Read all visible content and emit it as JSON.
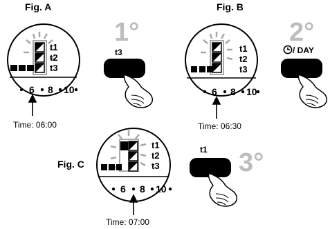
{
  "figures": {
    "a": {
      "title": "Fig. A",
      "step": "1°",
      "button": "t3",
      "time": "Time: 06:00"
    },
    "b": {
      "title": "Fig. B",
      "step": "2°",
      "button": "/ DAY",
      "time": "Time: 06:30"
    },
    "c": {
      "title": "Fig. C",
      "step": "3°",
      "button": "t1",
      "time": "Time: 07:00"
    }
  },
  "display": {
    "temps": [
      "t1",
      "t2",
      "t3"
    ],
    "scale": [
      "6",
      "8",
      "10"
    ]
  },
  "icons": {
    "clock": "clock-icon",
    "hand": "hand-press-icon"
  },
  "colors": {
    "step": "#bdbdbd",
    "ink": "#000000",
    "flash": "#a8a8a8"
  }
}
